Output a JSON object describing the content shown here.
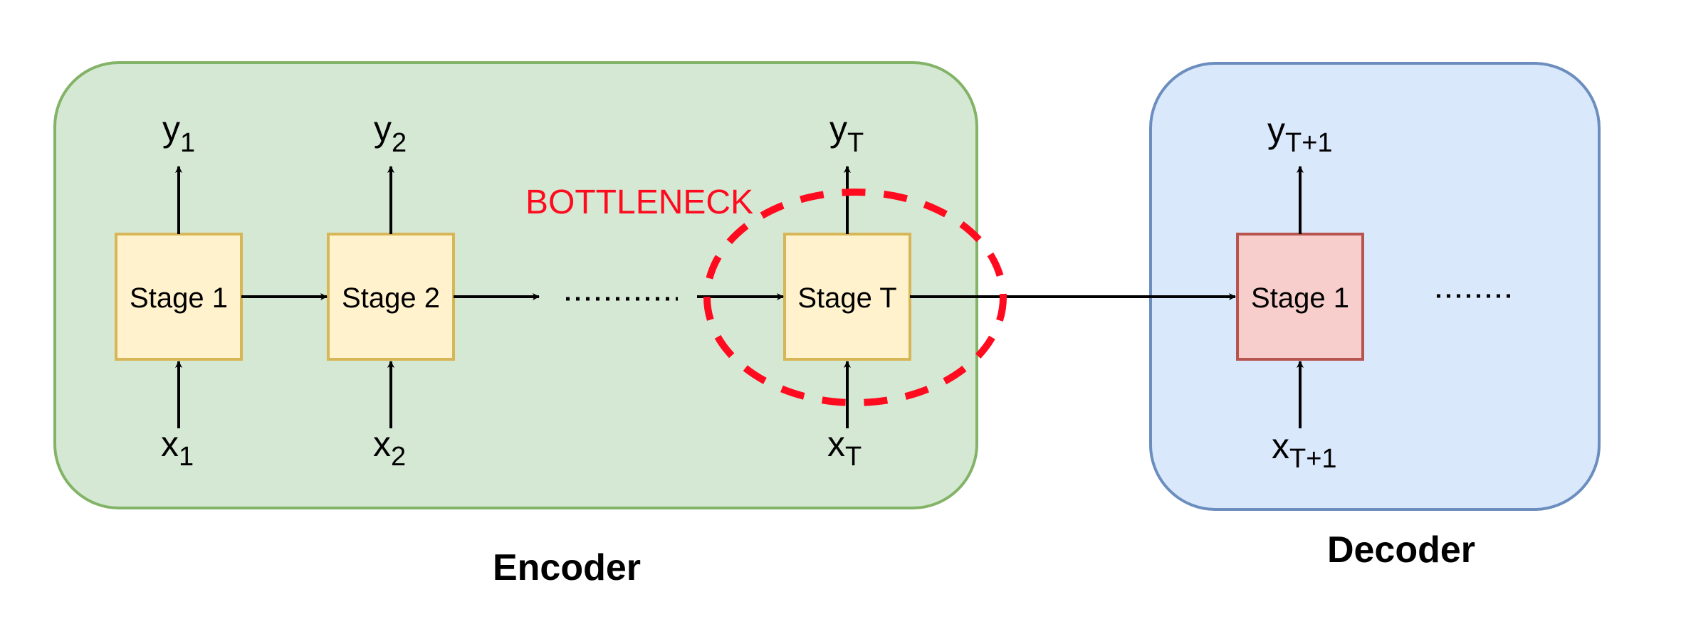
{
  "diagram": {
    "highlight_label": "BOTTLENECK",
    "colors": {
      "encoder_fill": "#d5e8d4",
      "encoder_stroke": "#82b366",
      "decoder_fill": "#dae8fc",
      "decoder_stroke": "#6c8ebf",
      "encoder_stage_fill": "#fff2cc",
      "encoder_stage_stroke": "#d6b656",
      "decoder_stage_fill": "#f8cecc",
      "decoder_stage_stroke": "#b85450",
      "highlight": "#ff0a1e"
    },
    "encoder": {
      "title": "Encoder",
      "stages": [
        {
          "label": "Stage 1",
          "output": {
            "base": "y",
            "sub": "1"
          },
          "input": {
            "base": "x",
            "sub": "1"
          }
        },
        {
          "label": "Stage 2",
          "output": {
            "base": "y",
            "sub": "2"
          },
          "input": {
            "base": "x",
            "sub": "2"
          }
        },
        {
          "label": "Stage T",
          "output": {
            "base": "y",
            "sub": "T"
          },
          "input": {
            "base": "x",
            "sub": "T"
          }
        }
      ],
      "ellipsis": "............"
    },
    "decoder": {
      "title": "Decoder",
      "stages": [
        {
          "label": "Stage 1",
          "output": {
            "base": "y",
            "sub": "T+1"
          },
          "input": {
            "base": "x",
            "sub": "T+1"
          }
        }
      ],
      "ellipsis": "........"
    }
  }
}
